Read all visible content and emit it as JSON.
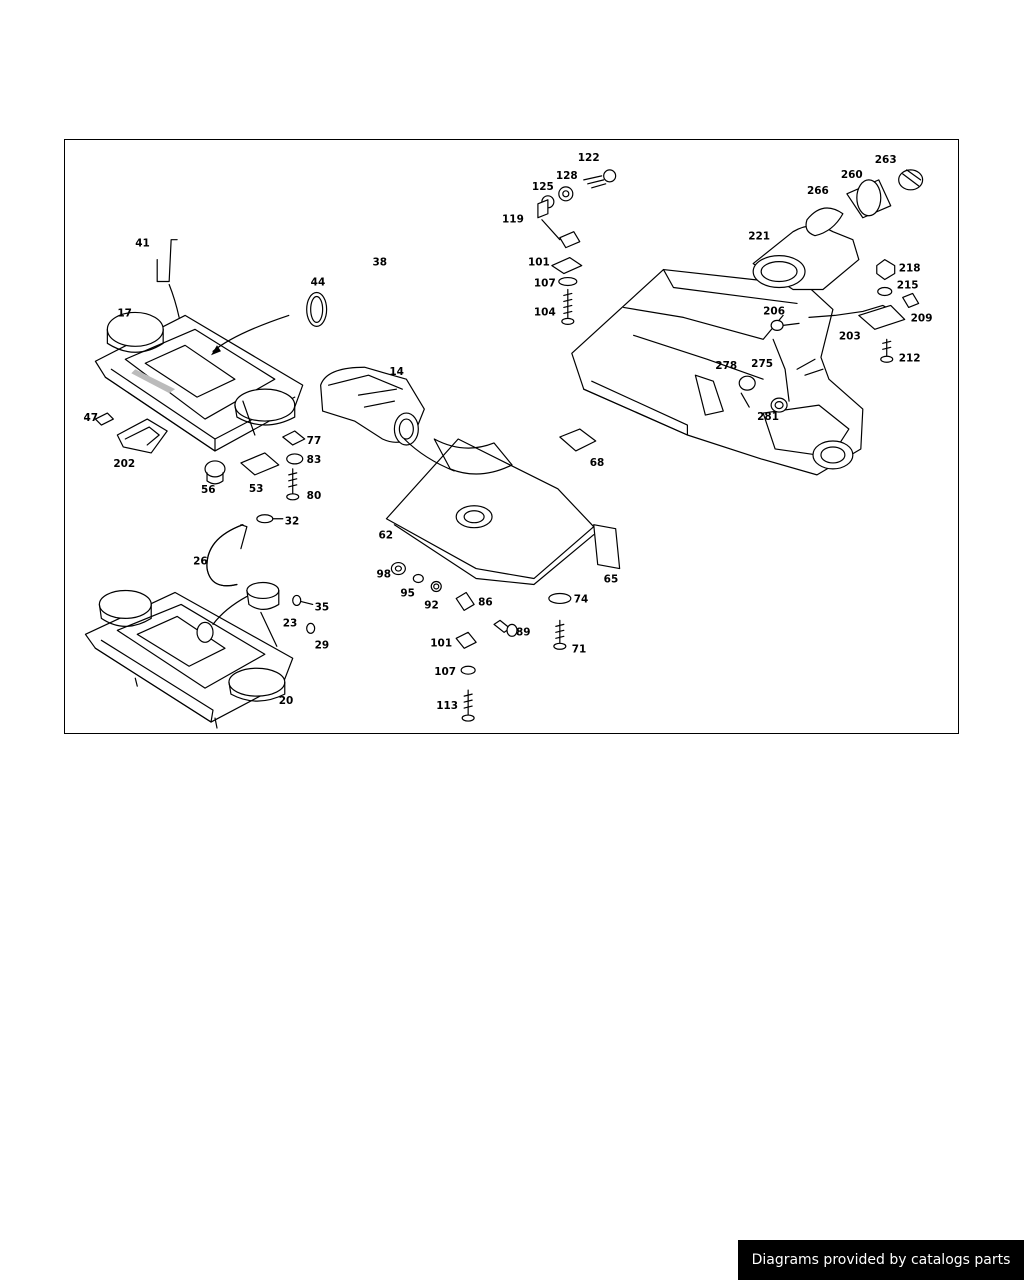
{
  "credit": "Diagrams provided by catalogs parts",
  "labels": {
    "l14": "14",
    "l17": "17",
    "l20": "20",
    "l23": "23",
    "l26": "26",
    "l29": "29",
    "l32": "32",
    "l35": "35",
    "l38": "38",
    "l41": "41",
    "l44": "44",
    "l47": "47",
    "l53": "53",
    "l56": "56",
    "l62": "62",
    "l65": "65",
    "l68": "68",
    "l71": "71",
    "l74": "74",
    "l77": "77",
    "l80": "80",
    "l83": "83",
    "l86": "86",
    "l89": "89",
    "l92": "92",
    "l95": "95",
    "l98": "98",
    "l101a": "101",
    "l101b": "101",
    "l104": "104",
    "l107a": "107",
    "l107b": "107",
    "l113": "113",
    "l119": "119",
    "l122": "122",
    "l125": "125",
    "l128": "128",
    "l202": "202",
    "l203": "203",
    "l206": "206",
    "l209": "209",
    "l212": "212",
    "l215": "215",
    "l218": "218",
    "l221": "221",
    "l260": "260",
    "l263": "263",
    "l266": "266",
    "l275": "275",
    "l278": "278",
    "l281": "281"
  },
  "colors": {
    "line": "#000000",
    "background": "#ffffff",
    "credit_bg": "#000000",
    "credit_text": "#ffffff"
  }
}
